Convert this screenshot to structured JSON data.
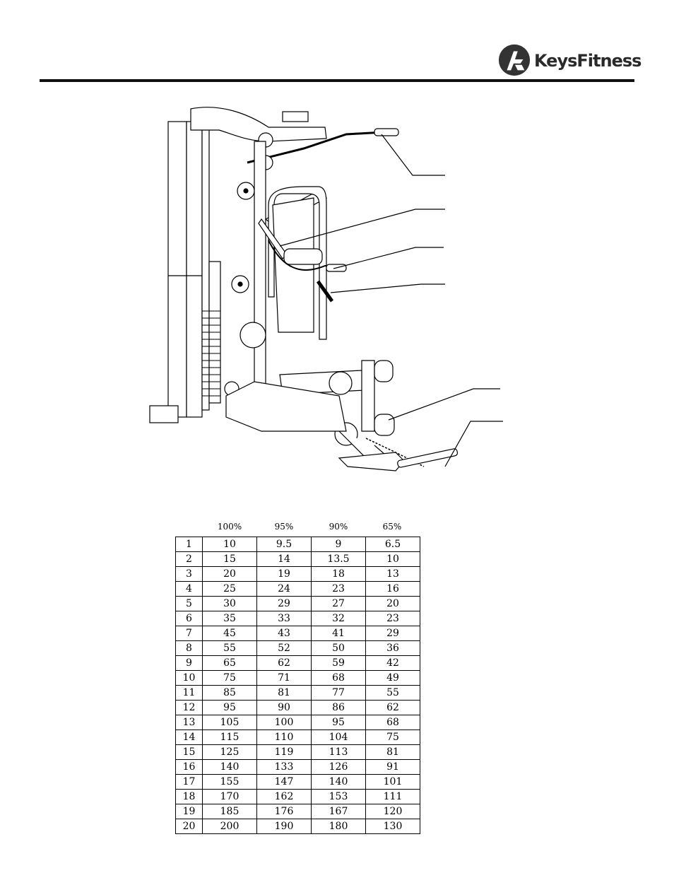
{
  "brand": {
    "name_part1": "Keys",
    "name_part2": "Fitness",
    "logo_icon": "keys-fitness-logo-icon"
  },
  "illustration": {
    "icon": "home-gym-machine-illustration"
  },
  "table": {
    "headers": [
      "100%",
      "95%",
      "90%",
      "65%"
    ],
    "rows": [
      [
        "1",
        "10",
        "9.5",
        "9",
        "6.5"
      ],
      [
        "2",
        "15",
        "14",
        "13.5",
        "10"
      ],
      [
        "3",
        "20",
        "19",
        "18",
        "13"
      ],
      [
        "4",
        "25",
        "24",
        "23",
        "16"
      ],
      [
        "5",
        "30",
        "29",
        "27",
        "20"
      ],
      [
        "6",
        "35",
        "33",
        "32",
        "23"
      ],
      [
        "7",
        "45",
        "43",
        "41",
        "29"
      ],
      [
        "8",
        "55",
        "52",
        "50",
        "36"
      ],
      [
        "9",
        "65",
        "62",
        "59",
        "42"
      ],
      [
        "10",
        "75",
        "71",
        "68",
        "49"
      ],
      [
        "11",
        "85",
        "81",
        "77",
        "55"
      ],
      [
        "12",
        "95",
        "90",
        "86",
        "62"
      ],
      [
        "13",
        "105",
        "100",
        "95",
        "68"
      ],
      [
        "14",
        "115",
        "110",
        "104",
        "75"
      ],
      [
        "15",
        "125",
        "119",
        "113",
        "81"
      ],
      [
        "16",
        "140",
        "133",
        "126",
        "91"
      ],
      [
        "17",
        "155",
        "147",
        "140",
        "101"
      ],
      [
        "18",
        "170",
        "162",
        "153",
        "111"
      ],
      [
        "19",
        "185",
        "176",
        "167",
        "120"
      ],
      [
        "20",
        "200",
        "190",
        "180",
        "130"
      ]
    ]
  }
}
